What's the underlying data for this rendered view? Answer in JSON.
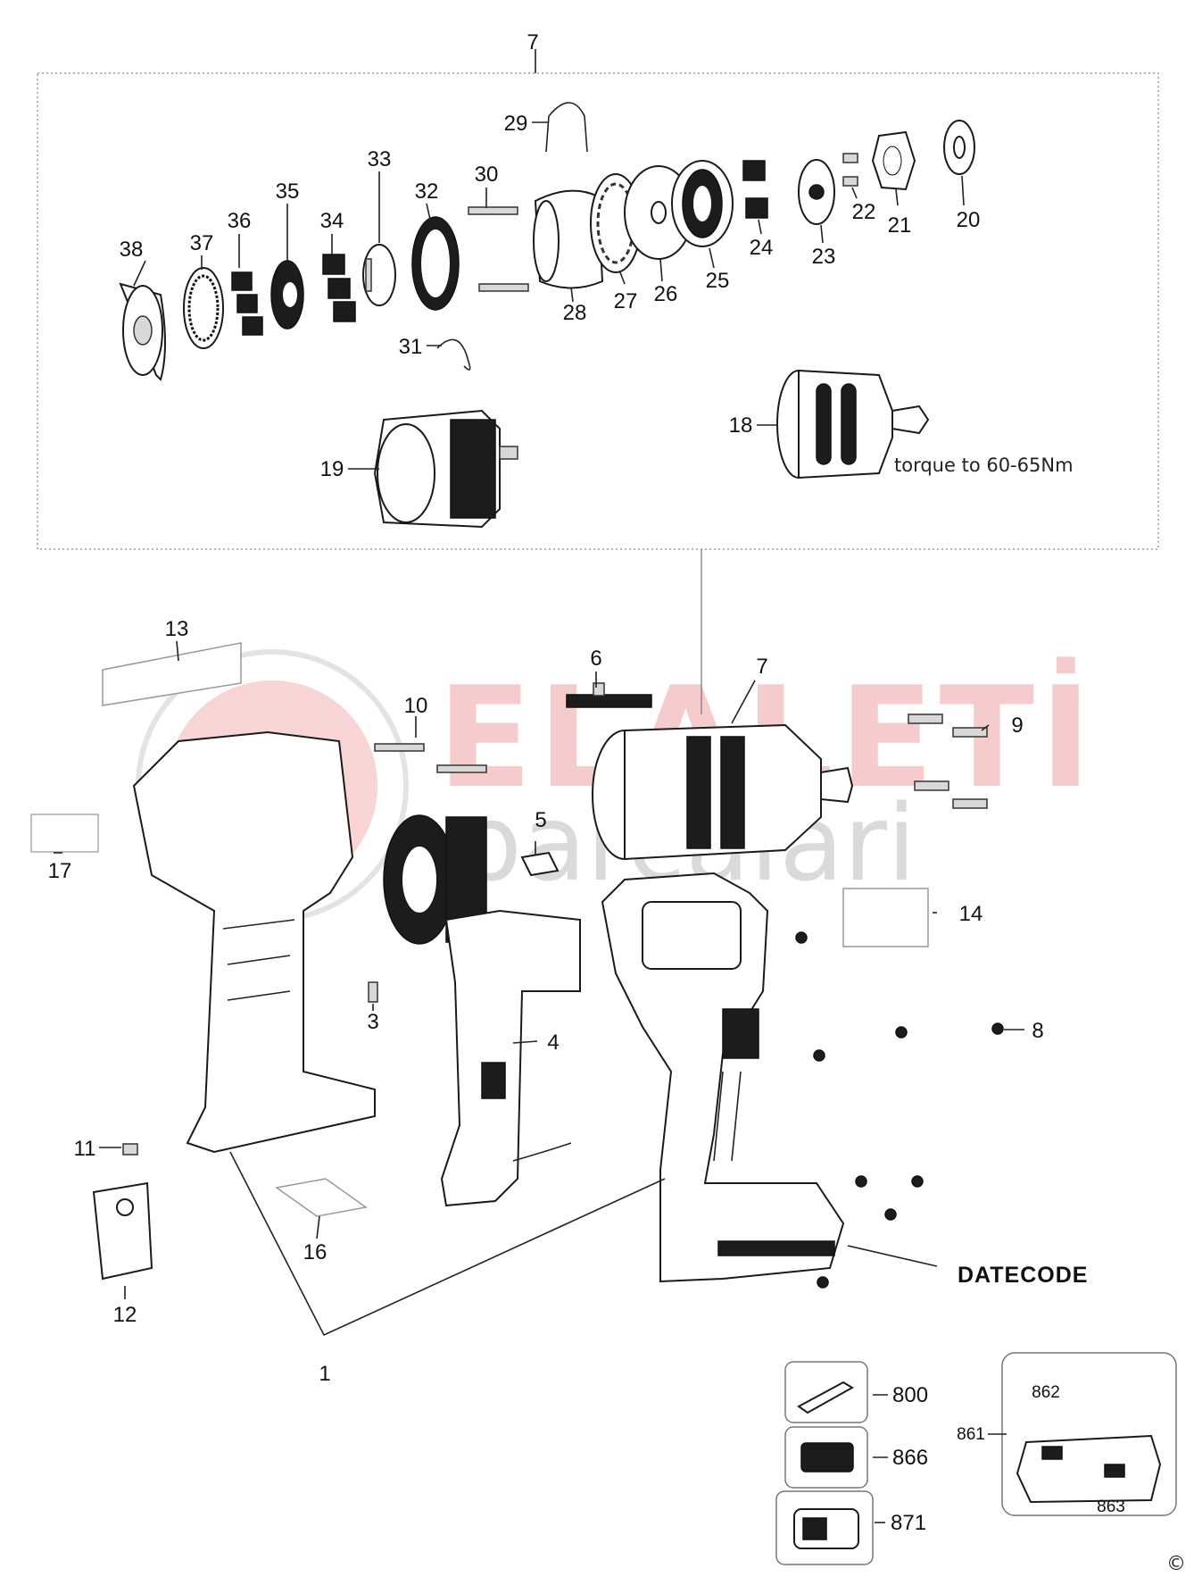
{
  "diagram": {
    "note": "torque to 60-65Nm",
    "datecode_label": "DATECODE",
    "copyright_symbol": "©",
    "watermark": {
      "line1": "ELALETİ",
      "line2": "parcalari"
    },
    "labels": {
      "l7_top": "7",
      "l1": "1",
      "l3": "3",
      "l4": "4",
      "l5": "5",
      "l6": "6",
      "l7": "7",
      "l8": "8",
      "l9": "9",
      "l10": "10",
      "l11": "11",
      "l12": "12",
      "l13": "13",
      "l14": "14",
      "l16": "16",
      "l17": "17",
      "l18": "18",
      "l19": "19",
      "l20": "20",
      "l21": "21",
      "l22": "22",
      "l23": "23",
      "l24": "24",
      "l25": "25",
      "l26": "26",
      "l27": "27",
      "l28": "28",
      "l29": "29",
      "l30": "30",
      "l31": "31",
      "l32": "32",
      "l33": "33",
      "l34": "34",
      "l35": "35",
      "l36": "36",
      "l37": "37",
      "l38": "38",
      "l800": "800",
      "l866": "866",
      "l871": "871",
      "l861": "861",
      "l862": "862",
      "l863": "863"
    }
  }
}
